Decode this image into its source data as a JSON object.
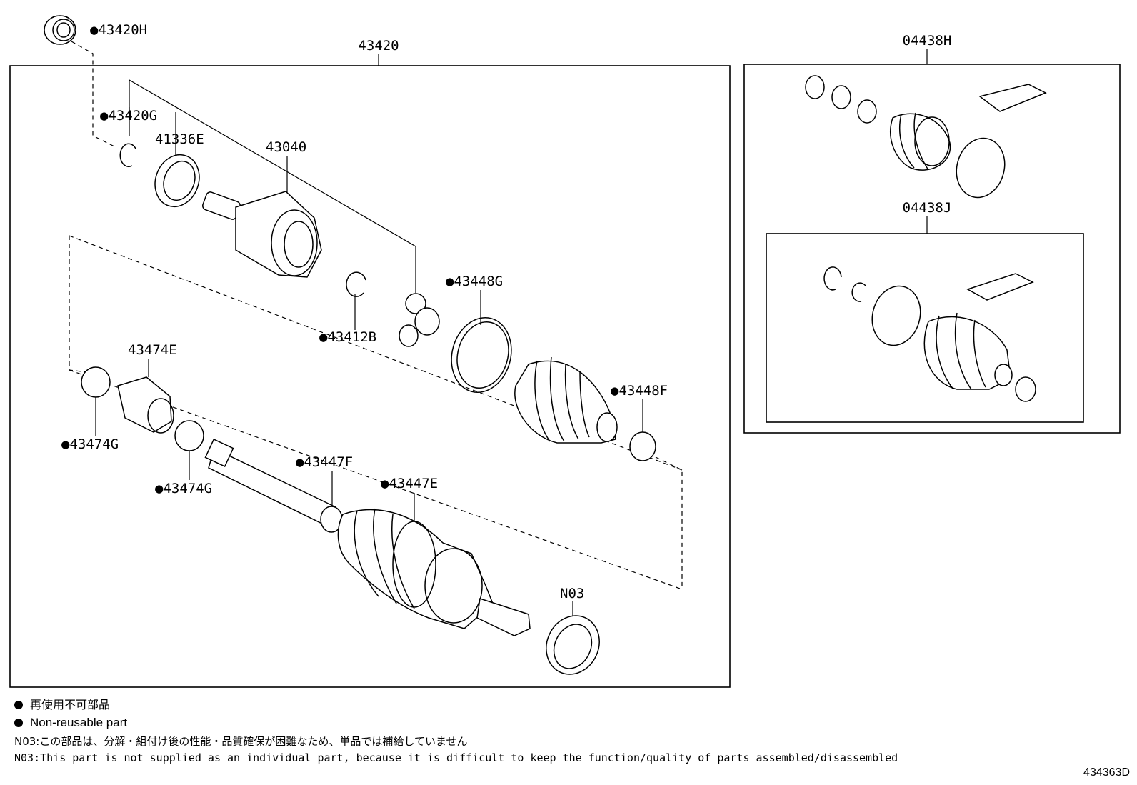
{
  "diagram": {
    "parts": {
      "p43420": "43420",
      "p43420H": "●43420H",
      "p43420G": "●43420G",
      "p41336E": "41336E",
      "p43040": "43040",
      "p43412B": "●43412B",
      "p43448G": "●43448G",
      "p43448F": "●43448F",
      "p43474E": "43474E",
      "p43474G_a": "●43474G",
      "p43474G_b": "●43474G",
      "p43447F": "●43447F",
      "p43447E": "●43447E",
      "pN03": "N03",
      "p04438H": "04438H",
      "p04438J": "04438J"
    }
  },
  "legend": {
    "line1": "再使用不可部品",
    "line2": "Non-reusable part",
    "line3": "N03:この部品は、分解・組付け後の性能・品質確保が困難なため、単品では補給していません",
    "line4": "N03:This part is not supplied as an individual part, because it is difficult to keep the function/quality of parts assembled/disassembled"
  },
  "figure_code": "434363D"
}
